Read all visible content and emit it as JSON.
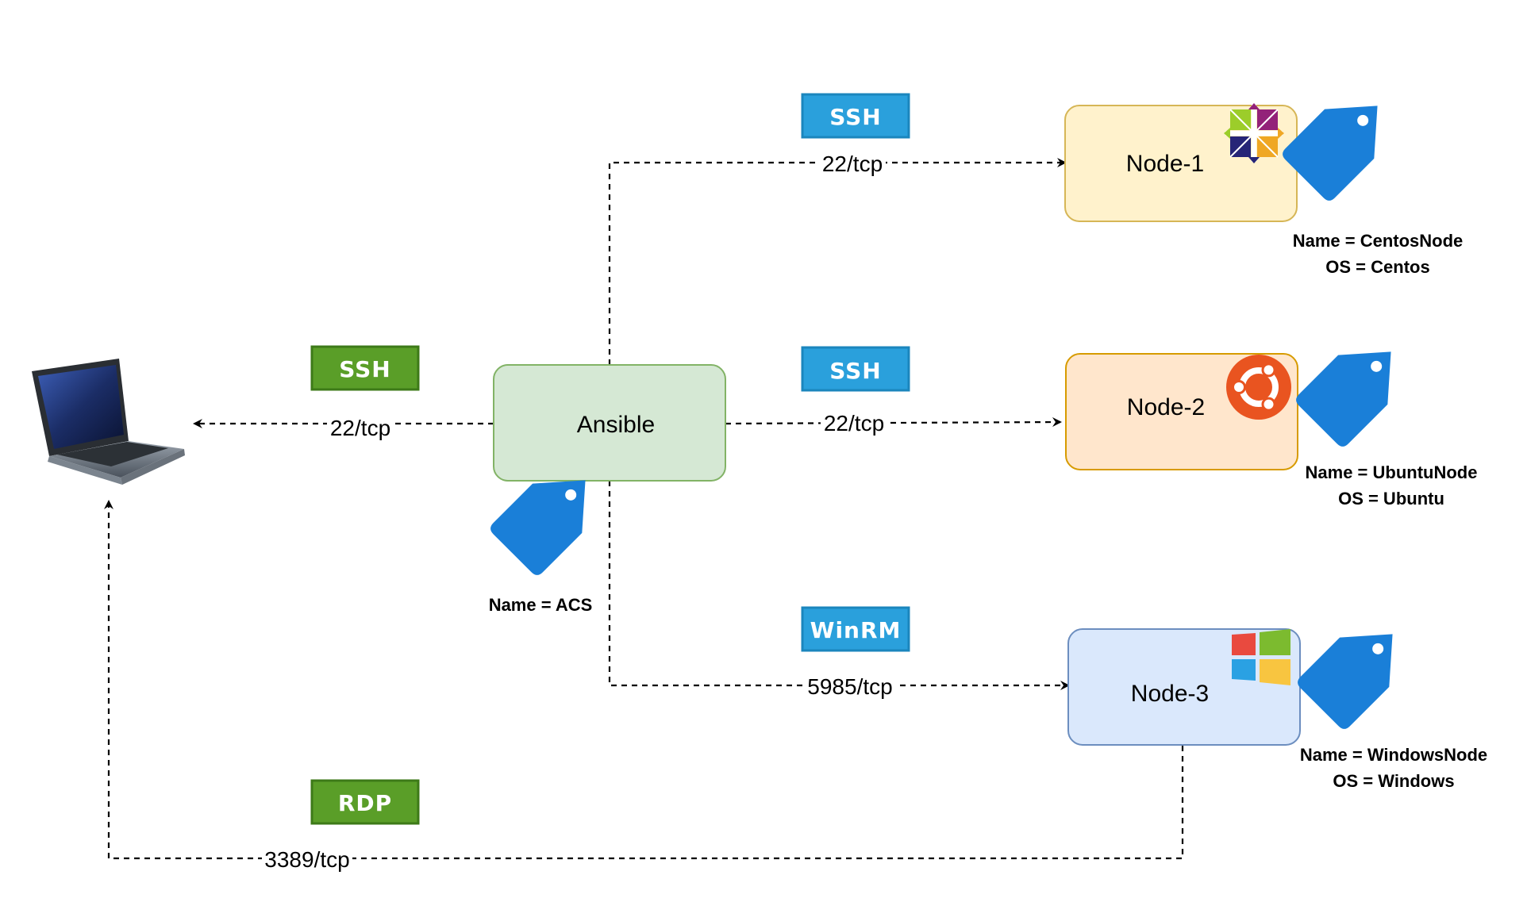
{
  "colors": {
    "ansible_fill": "#d5e8d4",
    "ansible_stroke": "#82b366",
    "node1_fill": "#fff2cc",
    "node1_stroke": "#d6b656",
    "node2_fill": "#ffe6cc",
    "node2_stroke": "#d79b00",
    "node3_fill": "#dae8fc",
    "node3_stroke": "#6c8ebf",
    "ssh_blue": "#2aa0dc",
    "ssh_green": "#5a9e28",
    "tag_blue": "#1a7fd8",
    "ubuntu_orange": "#e95420"
  },
  "nodes": {
    "ansible": "Ansible",
    "node1": "Node-1",
    "node2": "Node-2",
    "node3": "Node-3"
  },
  "icons": {
    "laptop": "laptop-icon",
    "centos": "centos-logo-icon",
    "ubuntu": "ubuntu-logo-icon",
    "windows": "windows-logo-icon",
    "tag": "price-tag-icon"
  },
  "protocols": {
    "laptop_ssh": "SSH",
    "node1_ssh": "SSH",
    "node2_ssh": "SSH",
    "node3_winrm": "WinRM",
    "laptop_rdp": "RDP"
  },
  "ports": {
    "laptop": "22/tcp",
    "node1": "22/tcp",
    "node2": "22/tcp",
    "node3": "5985/tcp",
    "rdp": "3389/tcp"
  },
  "tags": {
    "ansible": {
      "name": "Name = ACS"
    },
    "node1": {
      "name": "Name = CentosNode",
      "os": "OS = Centos"
    },
    "node2": {
      "name": "Name = UbuntuNode",
      "os": "OS = Ubuntu"
    },
    "node3": {
      "name": "Name = WindowsNode",
      "os": "OS = Windows"
    }
  }
}
